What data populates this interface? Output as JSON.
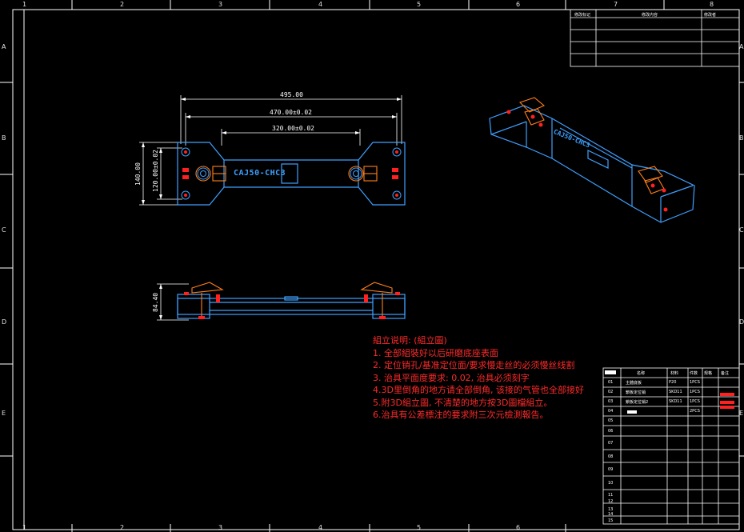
{
  "border": {
    "zones_top": [
      "1",
      "2",
      "3",
      "4",
      "5",
      "6",
      "7",
      "8"
    ],
    "zones_left": [
      "A",
      "B",
      "C",
      "D",
      "E"
    ]
  },
  "top_view": {
    "part_label": "CAJ50-CHC3",
    "dims": {
      "overall_length": "495.00",
      "pin_span": "470.00±0.02",
      "inner_span": "320.00±0.02",
      "height": "140.00",
      "pin_height": "120.00±0.02"
    }
  },
  "front_view": {
    "height_dim": "84.40"
  },
  "iso_view": {
    "part_label": "CAJ50-CHC3"
  },
  "notes": {
    "title": "組立说明: (組立圖)",
    "items": [
      "1. 全部組裝好以后研磨底座表面",
      "2. 定位销孔/基准定位面/要求慢走丝的必须慢丝线割",
      "3. 治具平面度要求: 0.02, 治具必须刻字",
      "4.3D里倒角的地方请全部倒角, 该接的气管也全部接好",
      "5.附3D組立圖, 不清楚的地方按3D圖檔組立。",
      "6.治具有公差標注的要求附三次元檢測報告。"
    ]
  },
  "revision_table": {
    "headers": [
      "修改标记",
      "修改内容",
      "修改者"
    ]
  },
  "bom_table": {
    "headers": [
      "",
      "名称",
      "材料",
      "件数",
      "规格",
      "备注"
    ],
    "rows": [
      {
        "no": "01",
        "name": "主體底板",
        "mat": "P20",
        "qty": "1PCS"
      },
      {
        "no": "02",
        "name": "鎖板定位销",
        "mat": "SKD11",
        "qty": "1PCS"
      },
      {
        "no": "03",
        "name": "鎖板定位销2",
        "mat": "SKD11",
        "qty": "1PCS"
      },
      {
        "no": "04",
        "name": "",
        "mat": "",
        "qty": "2PCS"
      },
      {
        "no": "05",
        "name": "",
        "mat": "",
        "qty": ""
      },
      {
        "no": "06",
        "name": "",
        "mat": "",
        "qty": ""
      },
      {
        "no": "07",
        "name": "",
        "mat": "",
        "qty": ""
      },
      {
        "no": "08",
        "name": "",
        "mat": "",
        "qty": ""
      },
      {
        "no": "09",
        "name": "",
        "mat": "",
        "qty": ""
      },
      {
        "no": "10",
        "name": "",
        "mat": "",
        "qty": ""
      },
      {
        "no": "11",
        "name": "",
        "mat": "",
        "qty": ""
      },
      {
        "no": "12",
        "name": "",
        "mat": "",
        "qty": ""
      },
      {
        "no": "13",
        "name": "",
        "mat": "",
        "qty": ""
      },
      {
        "no": "14",
        "name": "",
        "mat": "",
        "qty": ""
      },
      {
        "no": "15",
        "name": "",
        "mat": "",
        "qty": ""
      }
    ]
  },
  "colors": {
    "background": "#000000",
    "part_outline": "#3fa0ff",
    "component": "#ff7f1a",
    "dimension": "#ffffff",
    "notes": "#ff2a2a",
    "highlight": "#ff2020"
  }
}
